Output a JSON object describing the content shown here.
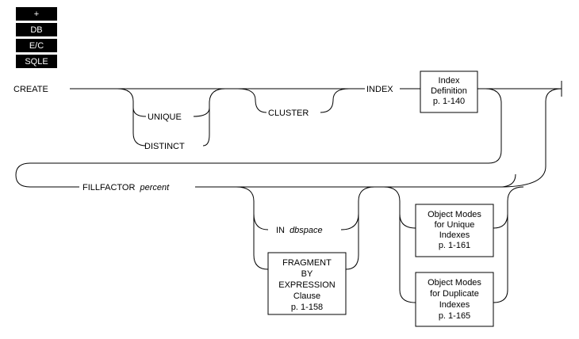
{
  "badges": [
    "+",
    "DB",
    "E/C",
    "SQLE"
  ],
  "keywords": {
    "create": "CREATE",
    "unique": "UNIQUE",
    "distinct": "DISTINCT",
    "cluster": "CLUSTER",
    "index": "INDEX",
    "fillfactor": "FILLFACTOR",
    "percent": "percent",
    "in": "IN",
    "dbspace": "dbspace"
  },
  "boxes": {
    "index_definition": [
      "Index",
      "Definition",
      "p. 1-140"
    ],
    "fragment_by_expression": [
      "FRAGMENT",
      "BY",
      "EXPRESSION",
      "Clause",
      "p. 1-158"
    ],
    "object_modes_unique": [
      "Object Modes",
      "for Unique",
      "Indexes",
      "p. 1-161"
    ],
    "object_modes_duplicate": [
      "Object Modes",
      "for Duplicate",
      "Indexes",
      "p. 1-165"
    ]
  }
}
